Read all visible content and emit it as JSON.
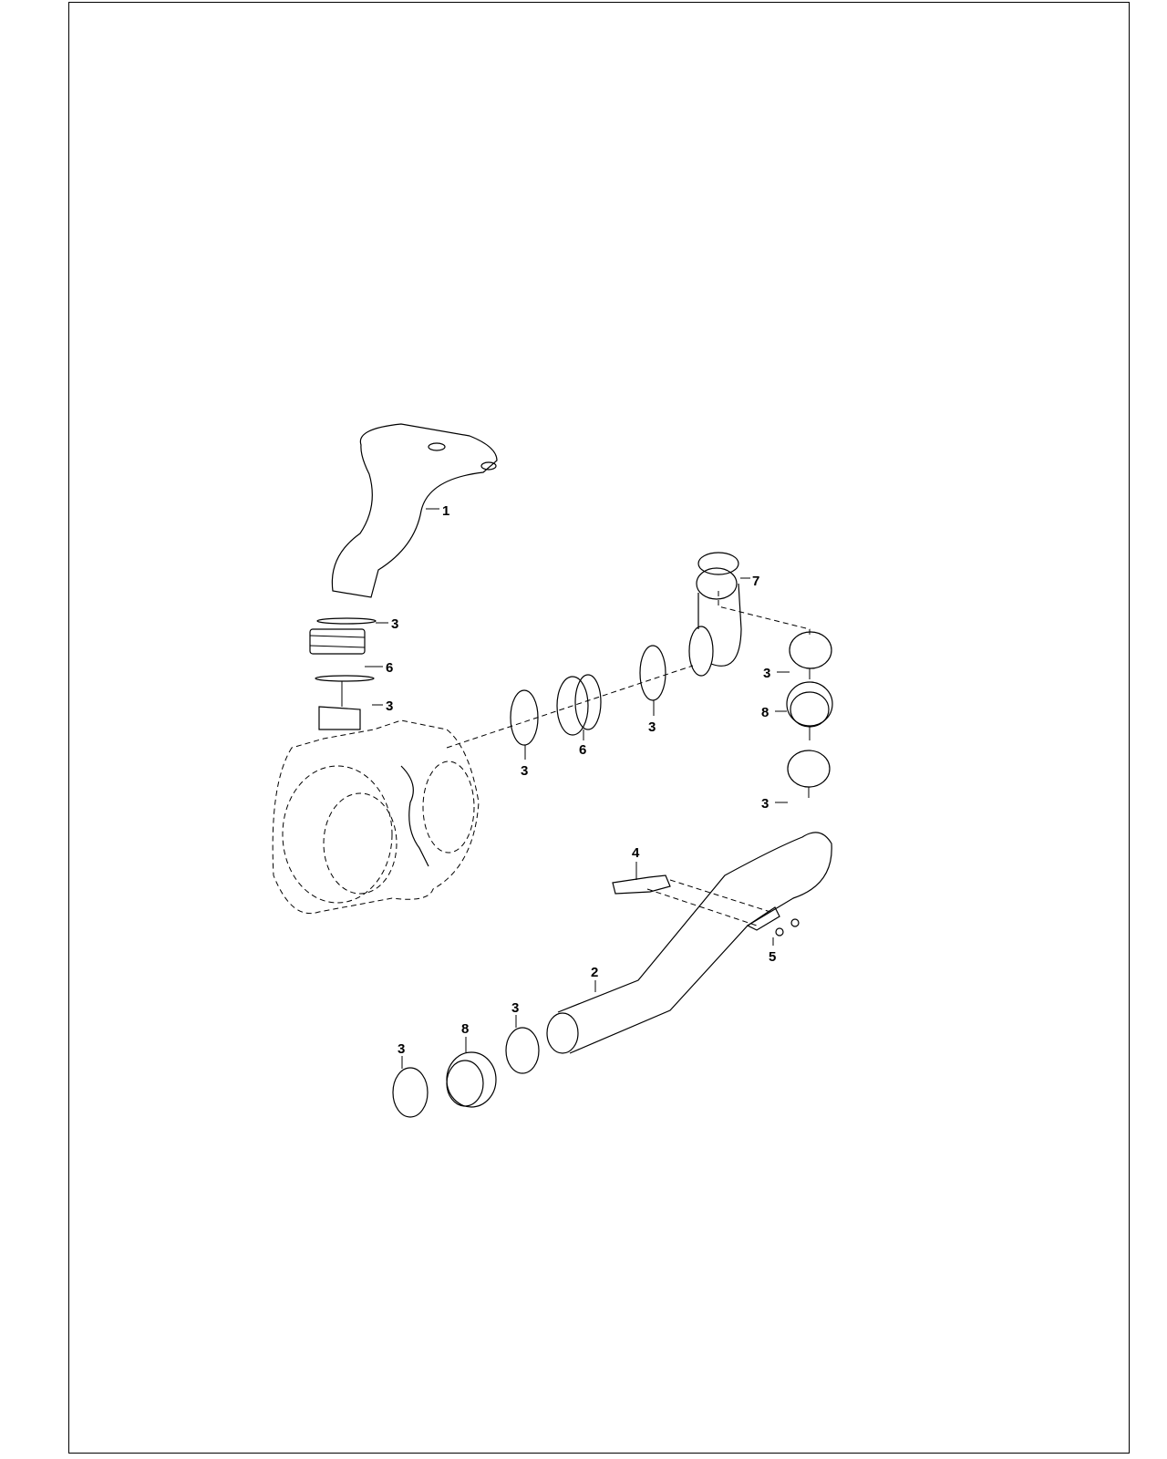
{
  "diagram": {
    "type": "exploded parts diagram",
    "callouts": [
      "1",
      "7",
      "3",
      "6",
      "3",
      "3",
      "8",
      "6",
      "3",
      "3",
      "3",
      "4",
      "5",
      "2",
      "3",
      "8",
      "3"
    ]
  }
}
